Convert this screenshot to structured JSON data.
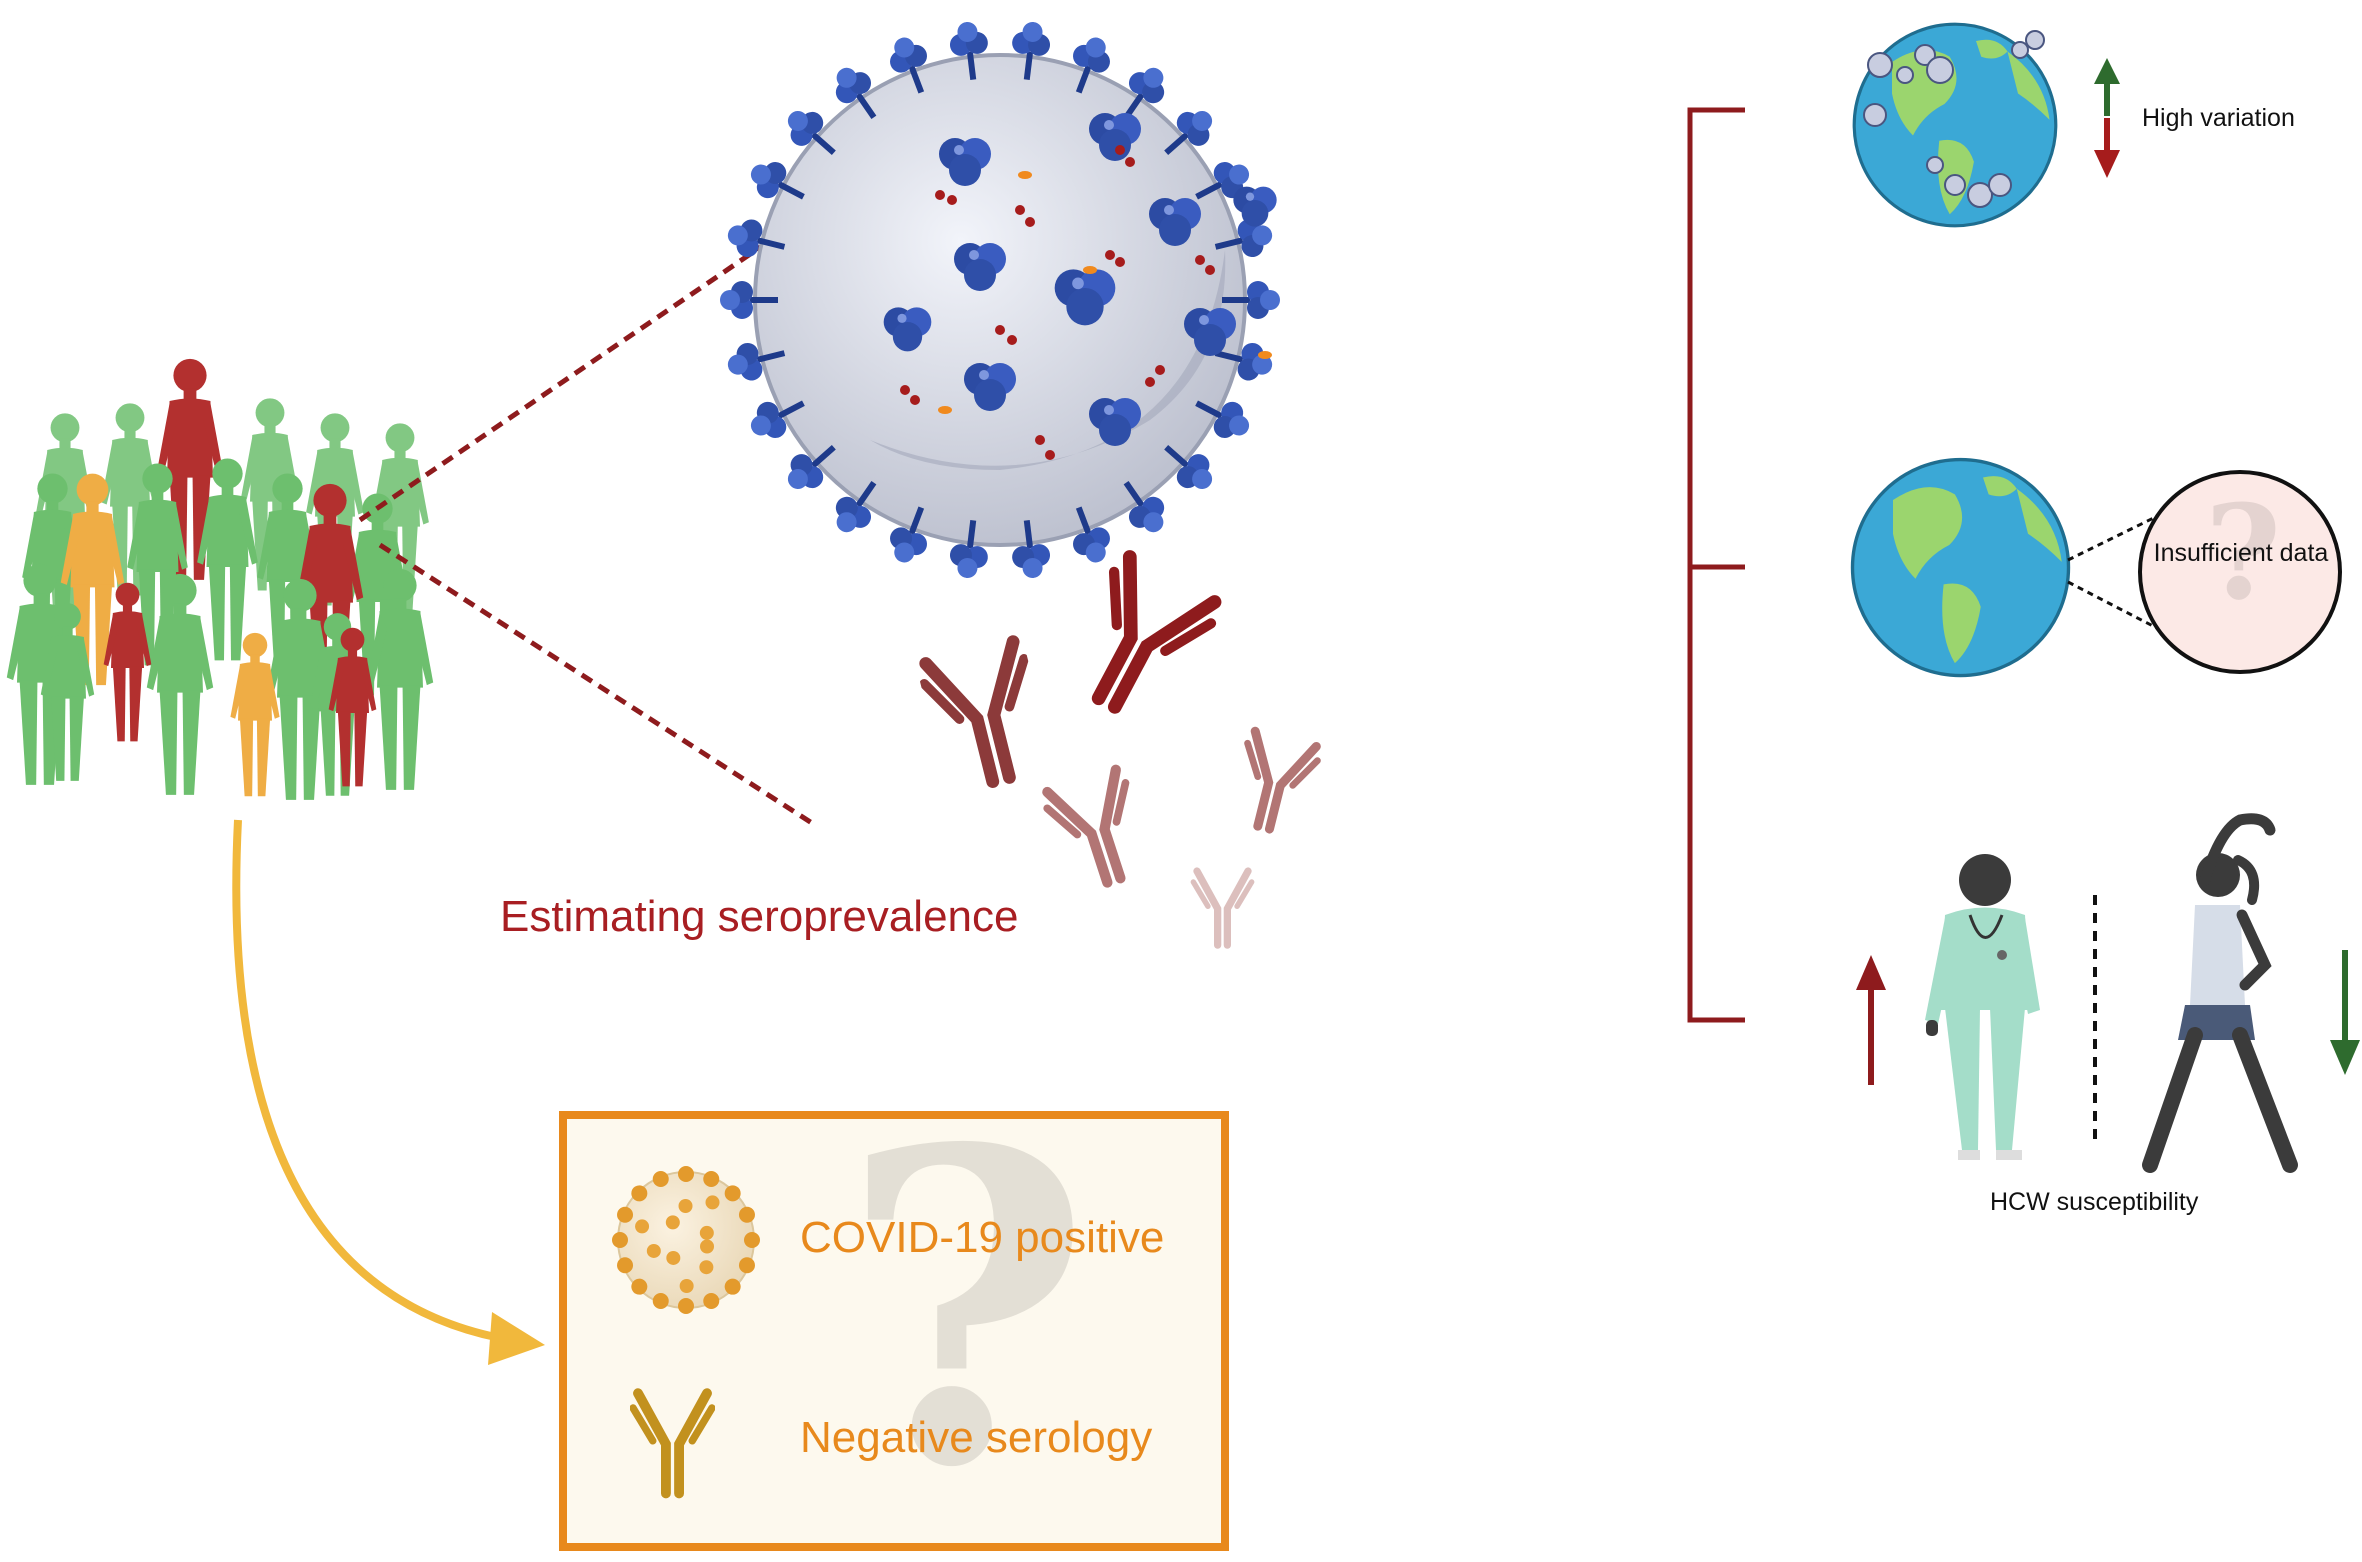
{
  "labels": {
    "seroprevalence": "Estimating seroprevalence",
    "high_variation": "High variation",
    "insufficient_data": "Insufficient data",
    "hcw_susceptibility": "HCW susceptibility",
    "covid_positive": "COVID-19 positive",
    "negative_serology": "Negative serology"
  },
  "colors": {
    "crowd_green": "#6dbf6e",
    "crowd_red": "#b3302f",
    "crowd_orange": "#efad45",
    "dark_red": "#8e1b1d",
    "virus_blue": "#2f4fa8",
    "box_orange": "#e8891c",
    "box_fill": "#fdf9ee",
    "arrow_yellow": "#f1b83c",
    "ocean": "#3ba8d6",
    "land": "#9bd56e",
    "up_green": "#2e6b2e"
  },
  "icons": [
    "crowd-icon",
    "virus-icon",
    "antibody-icon",
    "globe-icon",
    "healthcare-worker-icon",
    "exercising-person-icon",
    "question-mark-icon"
  ]
}
